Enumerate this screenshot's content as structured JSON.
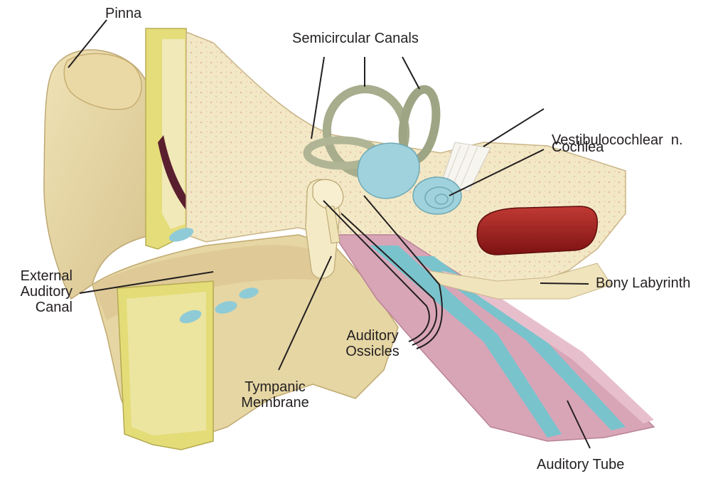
{
  "labels": {
    "pinna": "Pinna",
    "semicircular_canals": "Semicircular Canals",
    "vestibulocochlear": "Vestibulocochlear  n.",
    "cochlea": "Cochlea",
    "external_canal": [
      "External",
      "Auditory",
      "Canal"
    ],
    "bony_labyrinth": "Bony Labyrinth",
    "auditory_ossicles": [
      "Auditory",
      "Ossicles"
    ],
    "tympanic_membrane": [
      "Tympanic",
      "Membrane"
    ],
    "auditory_tube": "Auditory Tube"
  },
  "colors": {
    "skin": "#e8d9a8",
    "bone": "#f3e9c8",
    "bone_dots": "#e6b9a2",
    "cartilage_yellow": "#e9e27a",
    "inner_ear_blue": "#9fd2dc",
    "canals_gray": "#a7ad8d",
    "tube_pink": "#d9a8b8",
    "tube_blue": "#78c6d0",
    "artery_red": "#a32020",
    "nerve_white": "#f6f4ef",
    "leader_line": "#231f20"
  }
}
